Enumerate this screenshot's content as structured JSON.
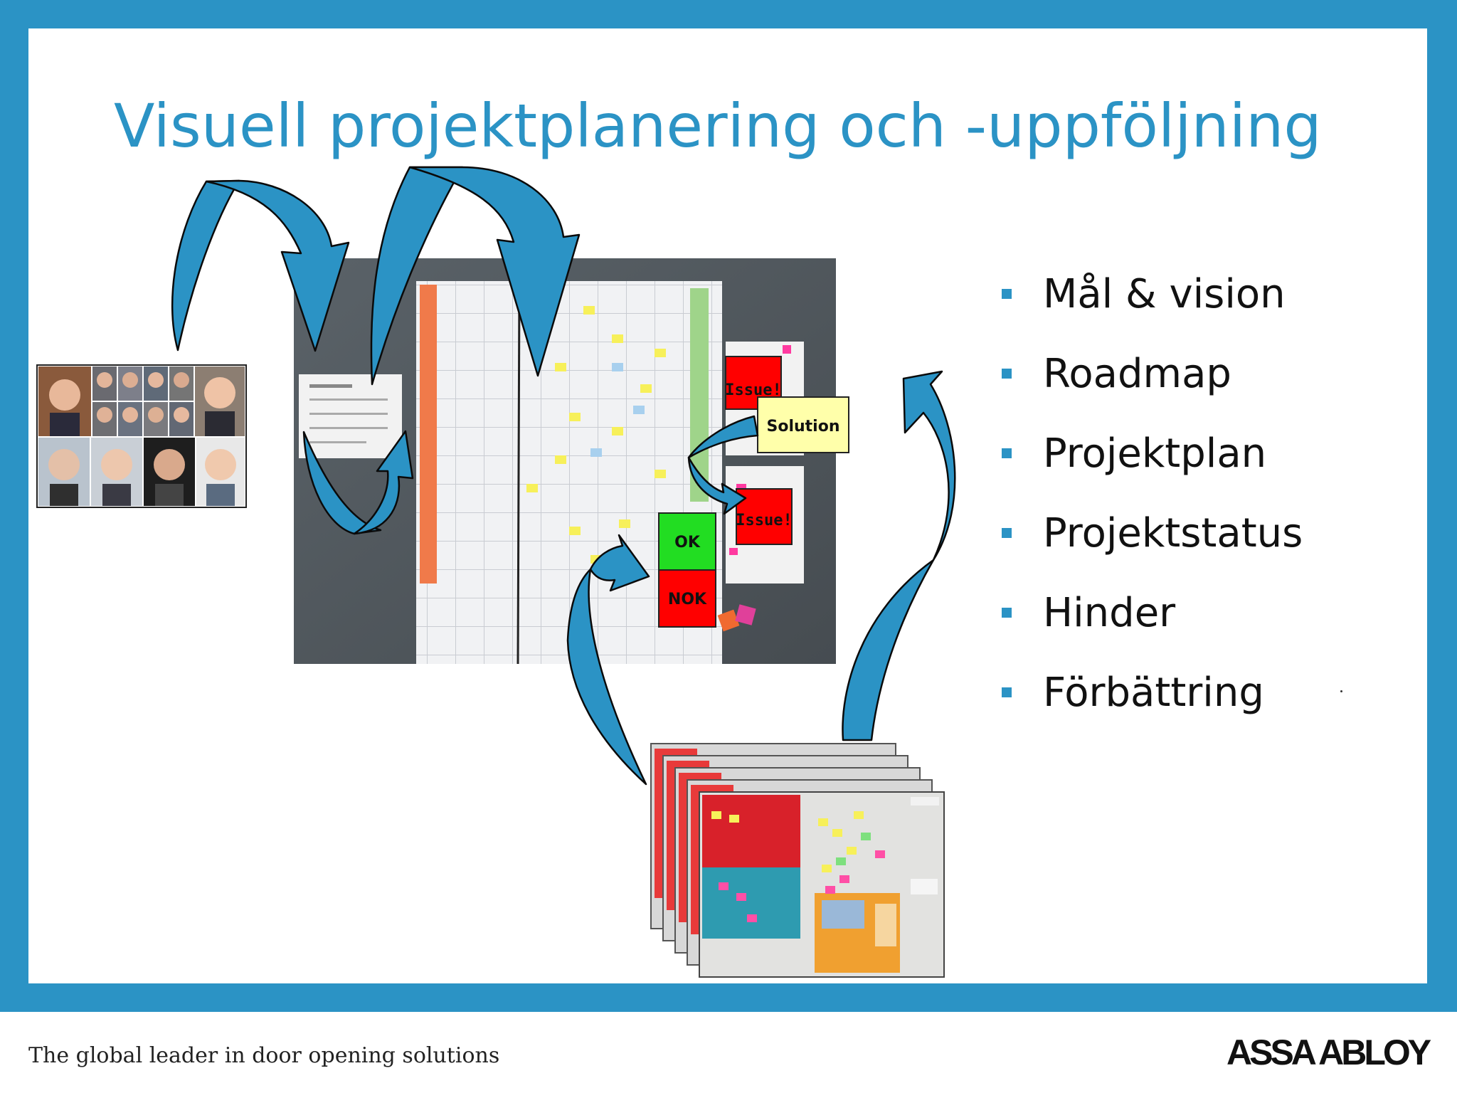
{
  "slide": {
    "title": "Visuell projektplanering och -uppföljning",
    "bullets": [
      "Mål & vision",
      "Roadmap",
      "Projektplan",
      "Projektstatus",
      "Hinder",
      "Förbättring"
    ]
  },
  "illustration": {
    "issue_label_1": "Issue!",
    "issue_label_2": "Issue!",
    "solution_label": "Solution",
    "ok_label": "OK",
    "nok_label": "NOK"
  },
  "footer": {
    "tagline": "The global leader in door opening solutions",
    "logo_text": "ASSA ABLOY"
  },
  "colors": {
    "accent": "#2b93c5",
    "issue_red": "#ff0000",
    "ok_green": "#22dd22",
    "solution_yellow": "#ffffaa"
  }
}
